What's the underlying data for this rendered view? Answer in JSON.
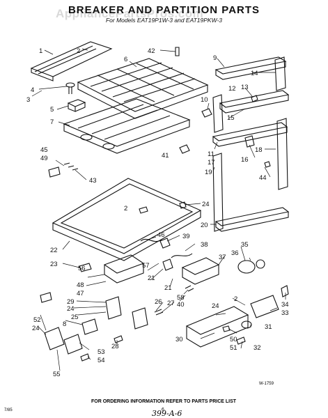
{
  "title": "BREAKER AND PARTITION PARTS",
  "subtitle": "For Models EAT19P1W-3 and EAT19PKW-3",
  "watermark": "AppliancePartsPros.com",
  "footer": "FOR ORDERING INFORMATION REFER TO PARTS PRICE LIST",
  "page_number": "6",
  "left_code": "7/85",
  "diagram_ref": "W-1759",
  "handwritten_note": "399-A-6",
  "callouts": [
    "1",
    "2",
    "3",
    "4",
    "5",
    "6",
    "7",
    "8",
    "9",
    "10",
    "11",
    "12",
    "13",
    "14",
    "15",
    "16",
    "17",
    "18",
    "19",
    "20",
    "21",
    "22",
    "23",
    "24",
    "25",
    "26",
    "27",
    "28",
    "29",
    "30",
    "31",
    "32",
    "33",
    "34",
    "35",
    "36",
    "37",
    "38",
    "39",
    "40",
    "41",
    "42",
    "43",
    "44",
    "45",
    "46",
    "47",
    "48",
    "49",
    "50",
    "51",
    "52",
    "53",
    "54",
    "55",
    "56",
    "57",
    "58"
  ]
}
